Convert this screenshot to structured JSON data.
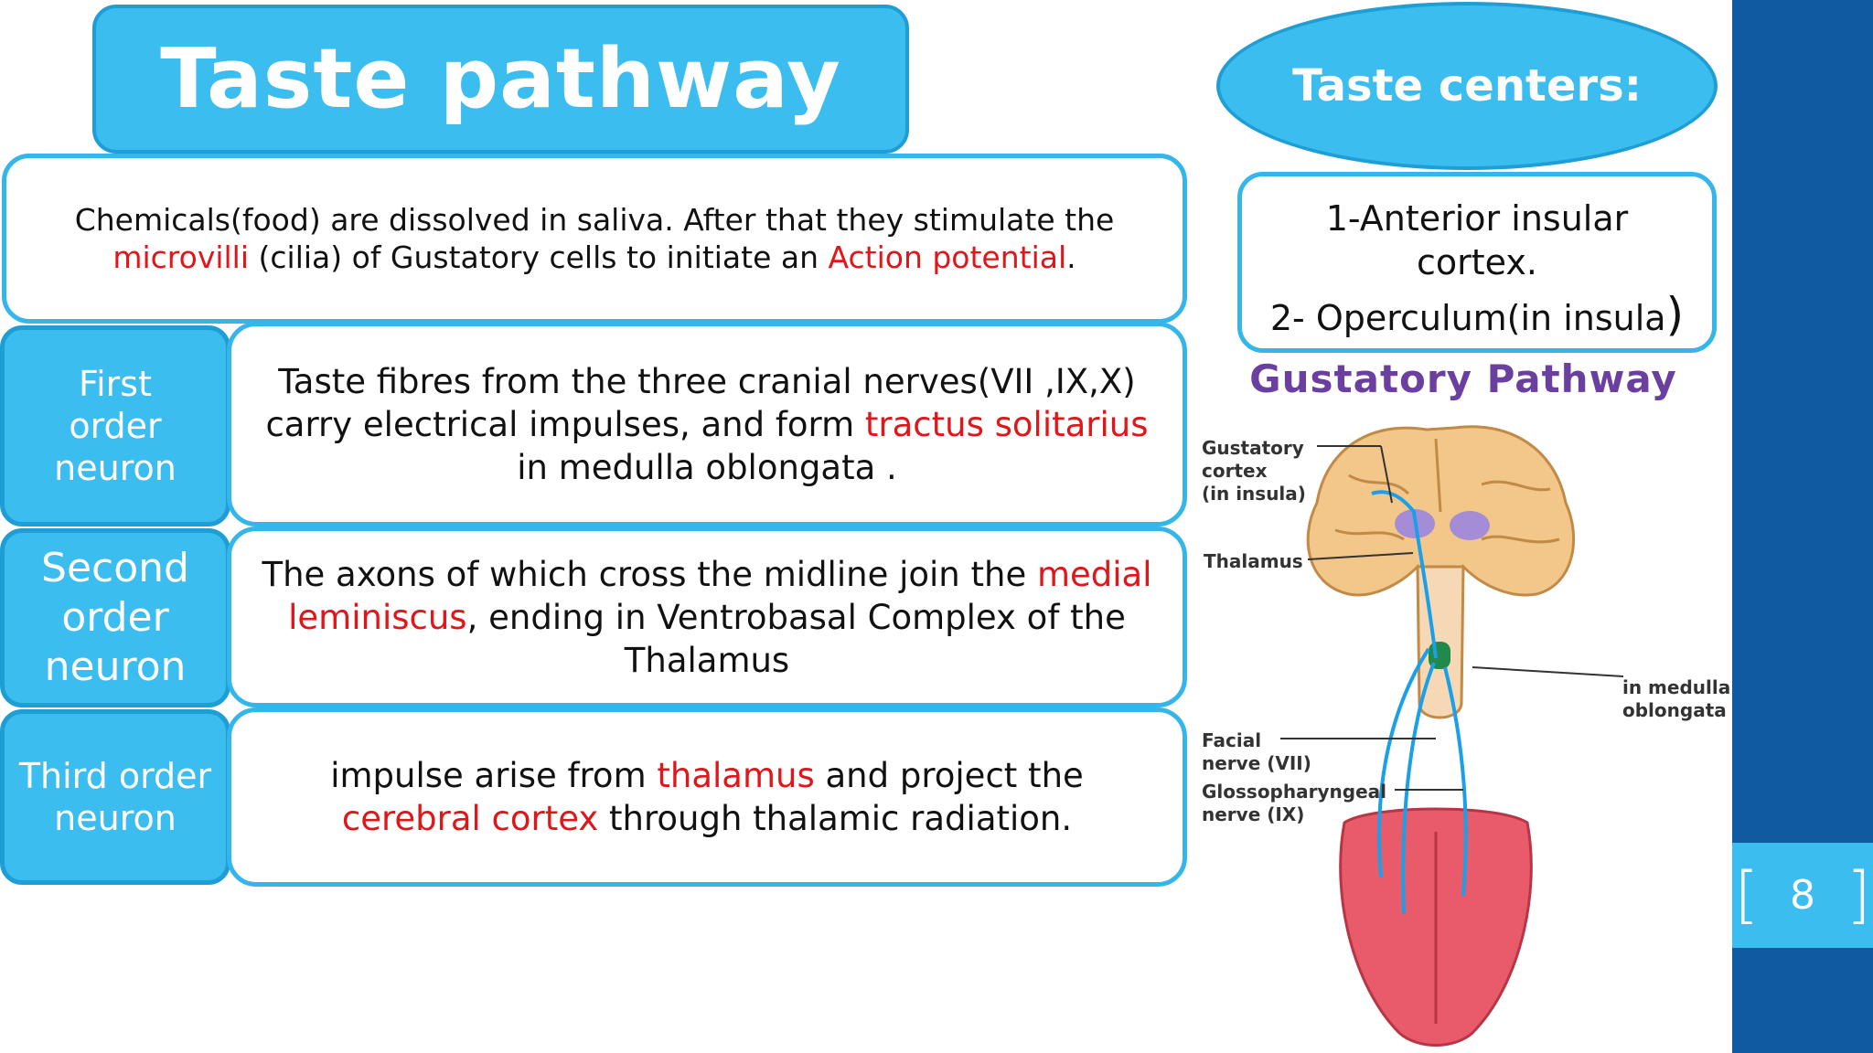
{
  "title": "Taste pathway",
  "intro": {
    "p1": "Chemicals(food) are dissolved in saliva. After that they stimulate the",
    "red1": "microvilli",
    "p2": " (cilia) of Gustatory cells to initiate an ",
    "red2": "Action potential",
    "p3": "."
  },
  "rows": [
    {
      "label": "First order neuron",
      "pre": "Taste fibres from the three cranial nerves(VII ,IX,X) carry electrical impulses, and form ",
      "red": "tractus solitarius",
      "post": " in medulla oblongata ."
    },
    {
      "label": "Second order neuron",
      "pre": "The axons of which cross the midline join the ",
      "red": "medial leminiscus",
      "post": ", ending in Ventrobasal Complex of the Thalamus"
    },
    {
      "label": "Third order neuron",
      "pre": "impulse arise from ",
      "red": "thalamus",
      "mid": " and project the ",
      "red2": "cerebral cortex",
      "post": " through thalamic radiation."
    }
  ],
  "centers": {
    "title": "Taste centers:",
    "item1": "1-Anterior insular cortex.",
    "item2": "2- Operculum(in insula",
    "item2_close": ")"
  },
  "diagram": {
    "title": "Gustatory Pathway",
    "labels": {
      "cortex1": "Gustatory",
      "cortex2": "cortex",
      "cortex3": "(in insula)",
      "thalamus": "Thalamus",
      "medulla1": "in medulla",
      "medulla2": "oblongata",
      "facial1": "Facial",
      "facial2": "nerve (VII)",
      "glosso1": "Glossopharyngeal",
      "glosso2": "nerve (IX)"
    }
  },
  "page_number": "8",
  "colors": {
    "accent": "#3bbdf0",
    "accent_border": "#1f9ed6",
    "highlight": "#e0161a",
    "sidebar": "#0f5aa1",
    "diagram_title": "#6a3fa0"
  }
}
